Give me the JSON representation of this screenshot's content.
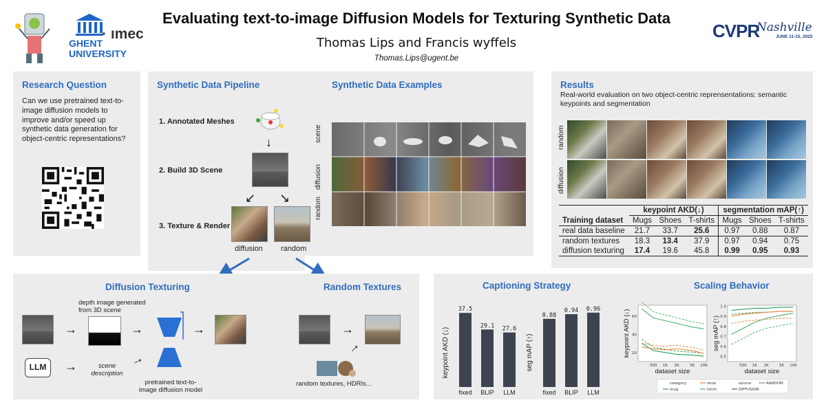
{
  "header": {
    "title": "Evaluating text-to-image Diffusion Models for Texturing Synthetic Data",
    "authors": "Thomas Lips and Francis wyffels",
    "email": "Thomas.Lips@ugent.be",
    "ghent_logo": "GHENT\nUNIVERSITY",
    "imec_logo": "· ımec",
    "cvpr_logo": "CVPR",
    "cvpr_sub": "Nashville",
    "cvpr_date": "JUNE 11-15, 2025"
  },
  "research": {
    "title": "Research Question",
    "body": "Can we use pretrained text-to-image diffusion models to improve and/or  speed up synthetic data generation for object-centric representations?"
  },
  "pipeline": {
    "title": "Synthetic Data Pipeline",
    "step1": "1. Annotated Meshes",
    "step2": "2. Build 3D Scene",
    "step3": "3. Texture & Render",
    "lab_diffusion": "diffusion",
    "lab_random": "random"
  },
  "examples": {
    "title": "Synthetic Data Examples",
    "row_labels": [
      "scene",
      "diffusion",
      "random"
    ]
  },
  "results": {
    "title": "Results",
    "subtitle": "Real-world evaluation on two object-centric reprensentations: semantic keypoints and segmentation",
    "row_labels": [
      "random",
      "diffusion"
    ],
    "group_kp": "keypoint AKD(↓)",
    "group_seg": "segmentation mAP(↑)",
    "col_training": "Training dataset",
    "cols": [
      "Mugs",
      "Shoes",
      "T-shirts",
      "Mugs",
      "Shoes",
      "T-shirts"
    ],
    "rows": [
      {
        "name": "real data baseline",
        "vals": [
          "21.7",
          "33.7",
          "25.6",
          "0.97",
          "0.88",
          "0.87"
        ],
        "bold": [
          false,
          false,
          true,
          false,
          false,
          false
        ]
      },
      {
        "name": "random textures",
        "vals": [
          "18.3",
          "13.4",
          "37.9",
          "0.97",
          "0.94",
          "0.75"
        ],
        "bold": [
          false,
          true,
          false,
          false,
          false,
          false
        ]
      },
      {
        "name": "diffusion texturing",
        "vals": [
          "17.4",
          "19.6",
          "45.8",
          "0.99",
          "0.95",
          "0.93"
        ],
        "bold": [
          true,
          false,
          false,
          true,
          true,
          true
        ]
      }
    ]
  },
  "diffusion_texturing": {
    "title": "Diffusion Texturing",
    "depth_caption": "depth image generated from 3D scene",
    "llm": "LLM",
    "scene_desc": "scene description",
    "model_caption": "pretrained text-to-image diffusion model"
  },
  "random_textures": {
    "title": "Random Textures",
    "caption": "random textures, HDRIs..."
  },
  "captioning": {
    "title": "Captioning Strategy",
    "akd_label": "keypoint AKD (↓)",
    "map_label": "seg mAP (↑)",
    "categories": [
      "fixed",
      "BLIP",
      "LLM"
    ],
    "akd_values": [
      37.5,
      29.1,
      27.6
    ],
    "map_values": [
      0.88,
      0.94,
      0.96
    ],
    "akd_text": [
      "37.5",
      "29.1",
      "27.6"
    ],
    "map_text": [
      "0.88",
      "0.94",
      "0.96"
    ]
  },
  "scaling": {
    "title": "Scaling Behavior",
    "left_ylabel": "keypoint AKD (↓)",
    "right_ylabel": "seg mAP (↑)",
    "xlabel": "dataset size",
    "xticks": [
      "500",
      "1K",
      "2K",
      "5K",
      "10K"
    ],
    "left_yticks": [
      "60",
      "40",
      "20"
    ],
    "right_yticks": [
      "1.0",
      "0.9",
      "0.8",
      "0.7",
      "0.6",
      "0.5"
    ],
    "legend": {
      "category": "category",
      "mug": "mug",
      "shoe": "shoe",
      "tshirt": "tshirt",
      "source": "source",
      "diffusion": "DIFFUSION",
      "random": "RANDOM"
    },
    "colors": {
      "mug": "#2a9d5a",
      "shoe": "#e8823a",
      "tshirt": "#4ab06a",
      "series": "#4a6fd0"
    }
  },
  "chart_data": [
    {
      "type": "bar",
      "categories": [
        "fixed",
        "BLIP",
        "LLM"
      ],
      "values": [
        37.5,
        29.1,
        27.6
      ],
      "ylabel": "keypoint AKD (↓)",
      "ylim": [
        0,
        40
      ]
    },
    {
      "type": "bar",
      "categories": [
        "fixed",
        "BLIP",
        "LLM"
      ],
      "values": [
        0.88,
        0.94,
        0.96
      ],
      "ylabel": "seg mAP (↑)",
      "ylim": [
        0,
        1
      ]
    },
    {
      "type": "line",
      "x": [
        250,
        500,
        1000,
        2000,
        5000,
        10000
      ],
      "xlabel": "dataset size",
      "ylabel": "keypoint AKD (↓)",
      "series": [
        {
          "name": "mug",
          "values": [
            30,
            22,
            20,
            18,
            17,
            16
          ]
        },
        {
          "name": "shoe",
          "values": [
            26,
            24,
            23,
            24,
            22,
            19
          ]
        },
        {
          "name": "tshirt",
          "values": [
            68,
            58,
            55,
            52,
            48,
            46
          ]
        }
      ]
    },
    {
      "type": "line",
      "x": [
        250,
        500,
        1000,
        2000,
        5000,
        10000
      ],
      "xlabel": "dataset size",
      "ylabel": "seg mAP (↑)",
      "series": [
        {
          "name": "mug",
          "values": [
            0.96,
            0.97,
            0.98,
            0.98,
            0.99,
            0.99
          ]
        },
        {
          "name": "shoe",
          "values": [
            0.9,
            0.92,
            0.93,
            0.94,
            0.95,
            0.95
          ]
        },
        {
          "name": "tshirt",
          "values": [
            0.72,
            0.78,
            0.84,
            0.88,
            0.91,
            0.93
          ]
        }
      ]
    }
  ]
}
